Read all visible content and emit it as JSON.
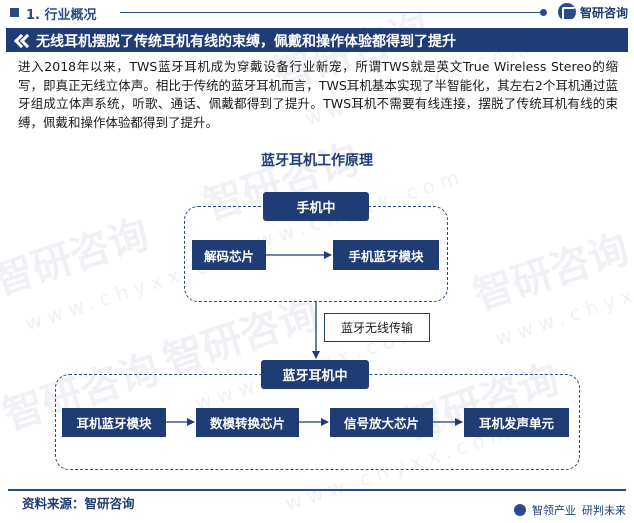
{
  "section": {
    "title": "1. 行业概况"
  },
  "brand": {
    "name": "智研咨询",
    "color": "#1f3c74"
  },
  "banner": {
    "text": "无线耳机摆脱了传统耳机有线的束缚，佩戴和操作体验都得到了提升"
  },
  "paragraph": "进入2018年以来，TWS蓝牙耳机成为穿戴设备行业新宠，所谓TWS就是英文True Wireless Stereo的缩写，即真正无线立体声。相比于传统的蓝牙耳机而言，TWS耳机基本实现了半智能化，其左右2个耳机通过蓝牙组成立体声系统，听歌、通话、佩戴都得到了提升。TWS耳机不需要有线连接，摆脱了传统耳机有线的束缚，佩戴和操作体验都得到了提升。",
  "diagram": {
    "title": "蓝牙耳机工作原理",
    "phone": {
      "header": "手机中",
      "decode": "解码芯片",
      "bt_module": "手机蓝牙模块"
    },
    "link_label": "蓝牙无线传输",
    "earphone": {
      "header": "蓝牙耳机中",
      "bt_module": "耳机蓝牙模块",
      "adc": "数模转换芯片",
      "amp": "信号放大芯片",
      "speaker": "耳机发声单元"
    }
  },
  "watermark": {
    "cn": "智研咨询",
    "en": "www.chyxx.com"
  },
  "footer": {
    "source": "资料来源：智研咨询",
    "brand_left": "智领产业",
    "brand_right": "研判未来"
  }
}
